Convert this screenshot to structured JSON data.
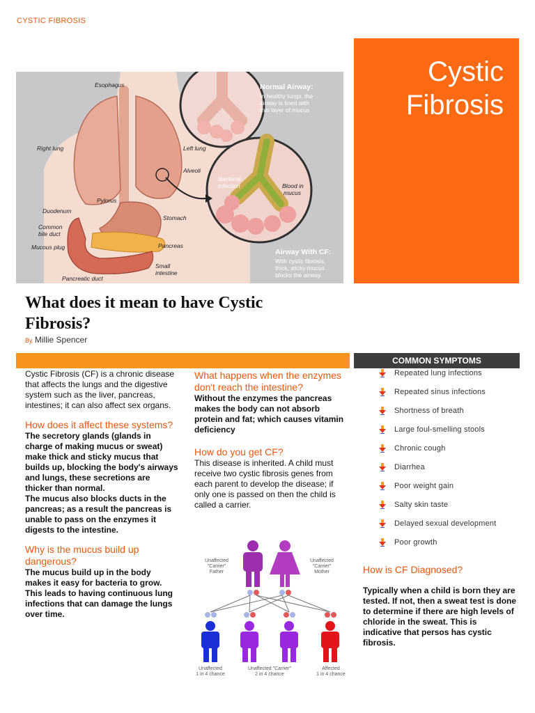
{
  "header": {
    "label": "CYSTIC FIBROSIS"
  },
  "title_panel": {
    "line1": "Cystic",
    "line2": "Fibrosis"
  },
  "hero": {
    "labels": {
      "esophagus": "Esophagus",
      "right_lung": "Right lung",
      "left_lung": "Left lung",
      "alveoli": "Alveoli",
      "pylorus": "Pylorus",
      "duodenum": "Duodenum",
      "common": "Common",
      "bile_duct": "bile duct",
      "mucous_plug": "Mucous plug",
      "stomach": "Stomach",
      "pancreas": "Pancreas",
      "small": "Small",
      "intestine": "intestine",
      "pancreatic_duct": "Pancreatic duct",
      "normal_title": "Normal Airway:",
      "normal_l1": "In healthy lungs, the",
      "normal_l2": "airway is lined with",
      "normal_l3": "thin layer of mucus",
      "bacterial": "Bacterial",
      "infection": "infection",
      "blood_in": "Blood in",
      "mucus": "mucus",
      "cf_title": "Airway With CF:",
      "cf_l1": "With cystic fibrosis,",
      "cf_l2": "thick, sticky mucus",
      "cf_l3": "blocks the airway."
    }
  },
  "article": {
    "title_line1": "What does it mean to have Cystic",
    "title_line2": "Fibrosis?",
    "by": "By",
    "author": "Millie Spencer"
  },
  "col1": {
    "intro": "Cystic Fibrosis (CF) is a chronic disease that affects the lungs and the digestive system such as the liver, pancreas, intestines; it can also affect sex organs.",
    "h_affect": "How does it affect these systems?",
    "p_affect1": "The secretory glands (glands in charge of making mucus or sweat) make thick and sticky mucus that builds up, blocking the body's airways and lungs, these secretions are thicker than normal.",
    "p_affect2": "The mucus also blocks ducts in the pancreas; as a result the pancreas is unable to pass on the enzymes it digests to the intestine.",
    "h_danger": "Why is the mucus build up dangerous?",
    "p_danger": "The mucus build up in the body makes it easy for bacteria to grow. This leads to having continuous lung infections that can damage the lungs over time."
  },
  "col2": {
    "h_enzymes": "What happens when the enzymes don't reach the intestine?",
    "p_enzymes": "Without the enzymes the pancreas makes the body can not absorb protein and fat; which causes vitamin deficiency",
    "h_get": "How do you get CF?",
    "p_get": "This disease is inherited. A child must receive two cystic fibrosis genes from each parent to develop the disease; if only one is passed on then the child is called a carrier."
  },
  "pedigree": {
    "father_l1": "Unaffected",
    "father_l2": "\"Carrier\"",
    "father_l3": "Father",
    "mother_l1": "Unaffected",
    "mother_l2": "\"Carrier\"",
    "mother_l3": "Mother",
    "c1_l1": "Unaffected",
    "c1_l2": "1 in 4 chance",
    "c2_l1": "Unaffected \"Carrier\"",
    "c2_l2": "2 in 4 chance",
    "c3_l1": "Affected",
    "c3_l2": "1 in 4 chance",
    "colors": {
      "parent": "#9b2fae",
      "unaffected": "#1a2fd6",
      "carrier": "#9a28e0",
      "affected": "#e3151a"
    }
  },
  "symptoms": {
    "header": "COMMON SYMPTOMS",
    "items": [
      "Repeated lung infections",
      "Repeated sinus infections",
      "Shortness of breath",
      "Large foul-smelling stools",
      "Chronic cough",
      "Diarrhea",
      "Poor weight gain",
      "Salty skin taste",
      "Delayed sexual development",
      "Poor growth"
    ],
    "icon": "down-arrow-icon"
  },
  "diagnosis": {
    "heading": "How is CF Diagnosed?",
    "text": "Typically when a child is born they are tested. If not, then a sweat test is done to determine if there are high levels of chloride in the sweat. This is indicative that persos has cystic fibrosis."
  },
  "colors": {
    "accent": "#fe6a14",
    "heading": "#e8570f",
    "bar": "#f7941d",
    "dark": "#3d3d3d"
  }
}
